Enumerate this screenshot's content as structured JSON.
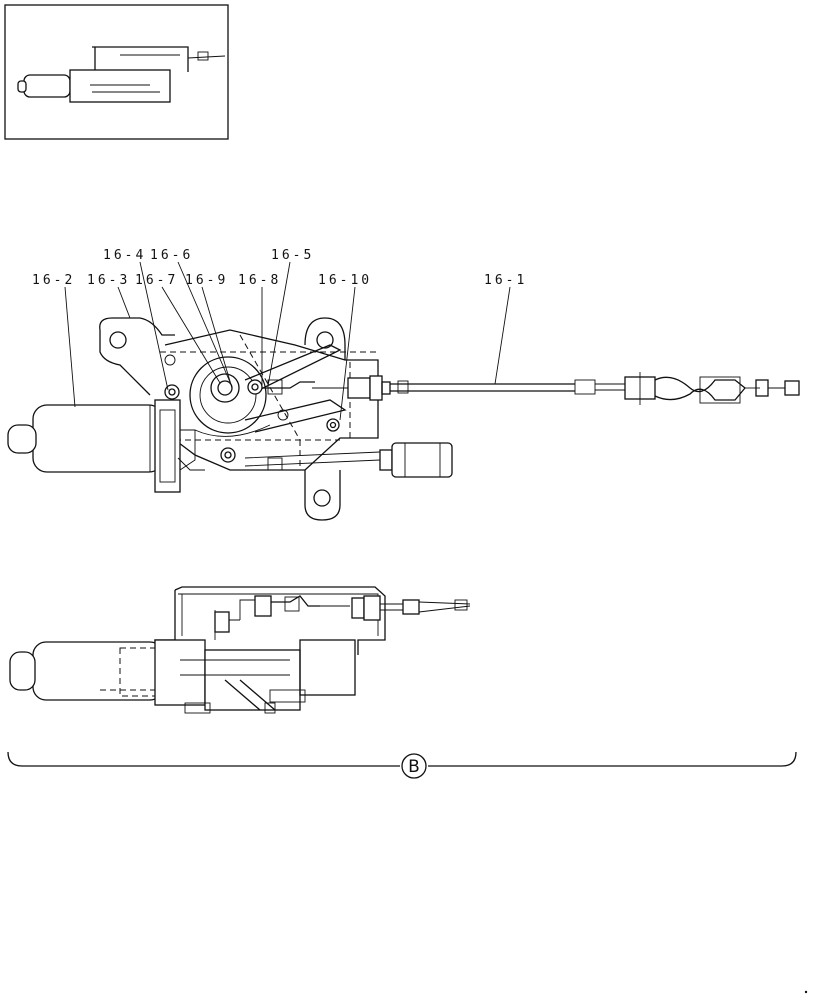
{
  "parts": [
    {
      "id": "p1",
      "label": "16-1"
    },
    {
      "id": "p2",
      "label": "16-2"
    },
    {
      "id": "p3",
      "label": "16-3"
    },
    {
      "id": "p4",
      "label": "16-4"
    },
    {
      "id": "p5",
      "label": "16-5"
    },
    {
      "id": "p6",
      "label": "16-6"
    },
    {
      "id": "p7",
      "label": "16-7"
    },
    {
      "id": "p8",
      "label": "16-8"
    },
    {
      "id": "p9",
      "label": "16-9"
    },
    {
      "id": "p10",
      "label": "16-10"
    }
  ],
  "callout": {
    "letter": "B"
  },
  "colors": {
    "ink": "#111111",
    "paper": "#ffffff"
  }
}
